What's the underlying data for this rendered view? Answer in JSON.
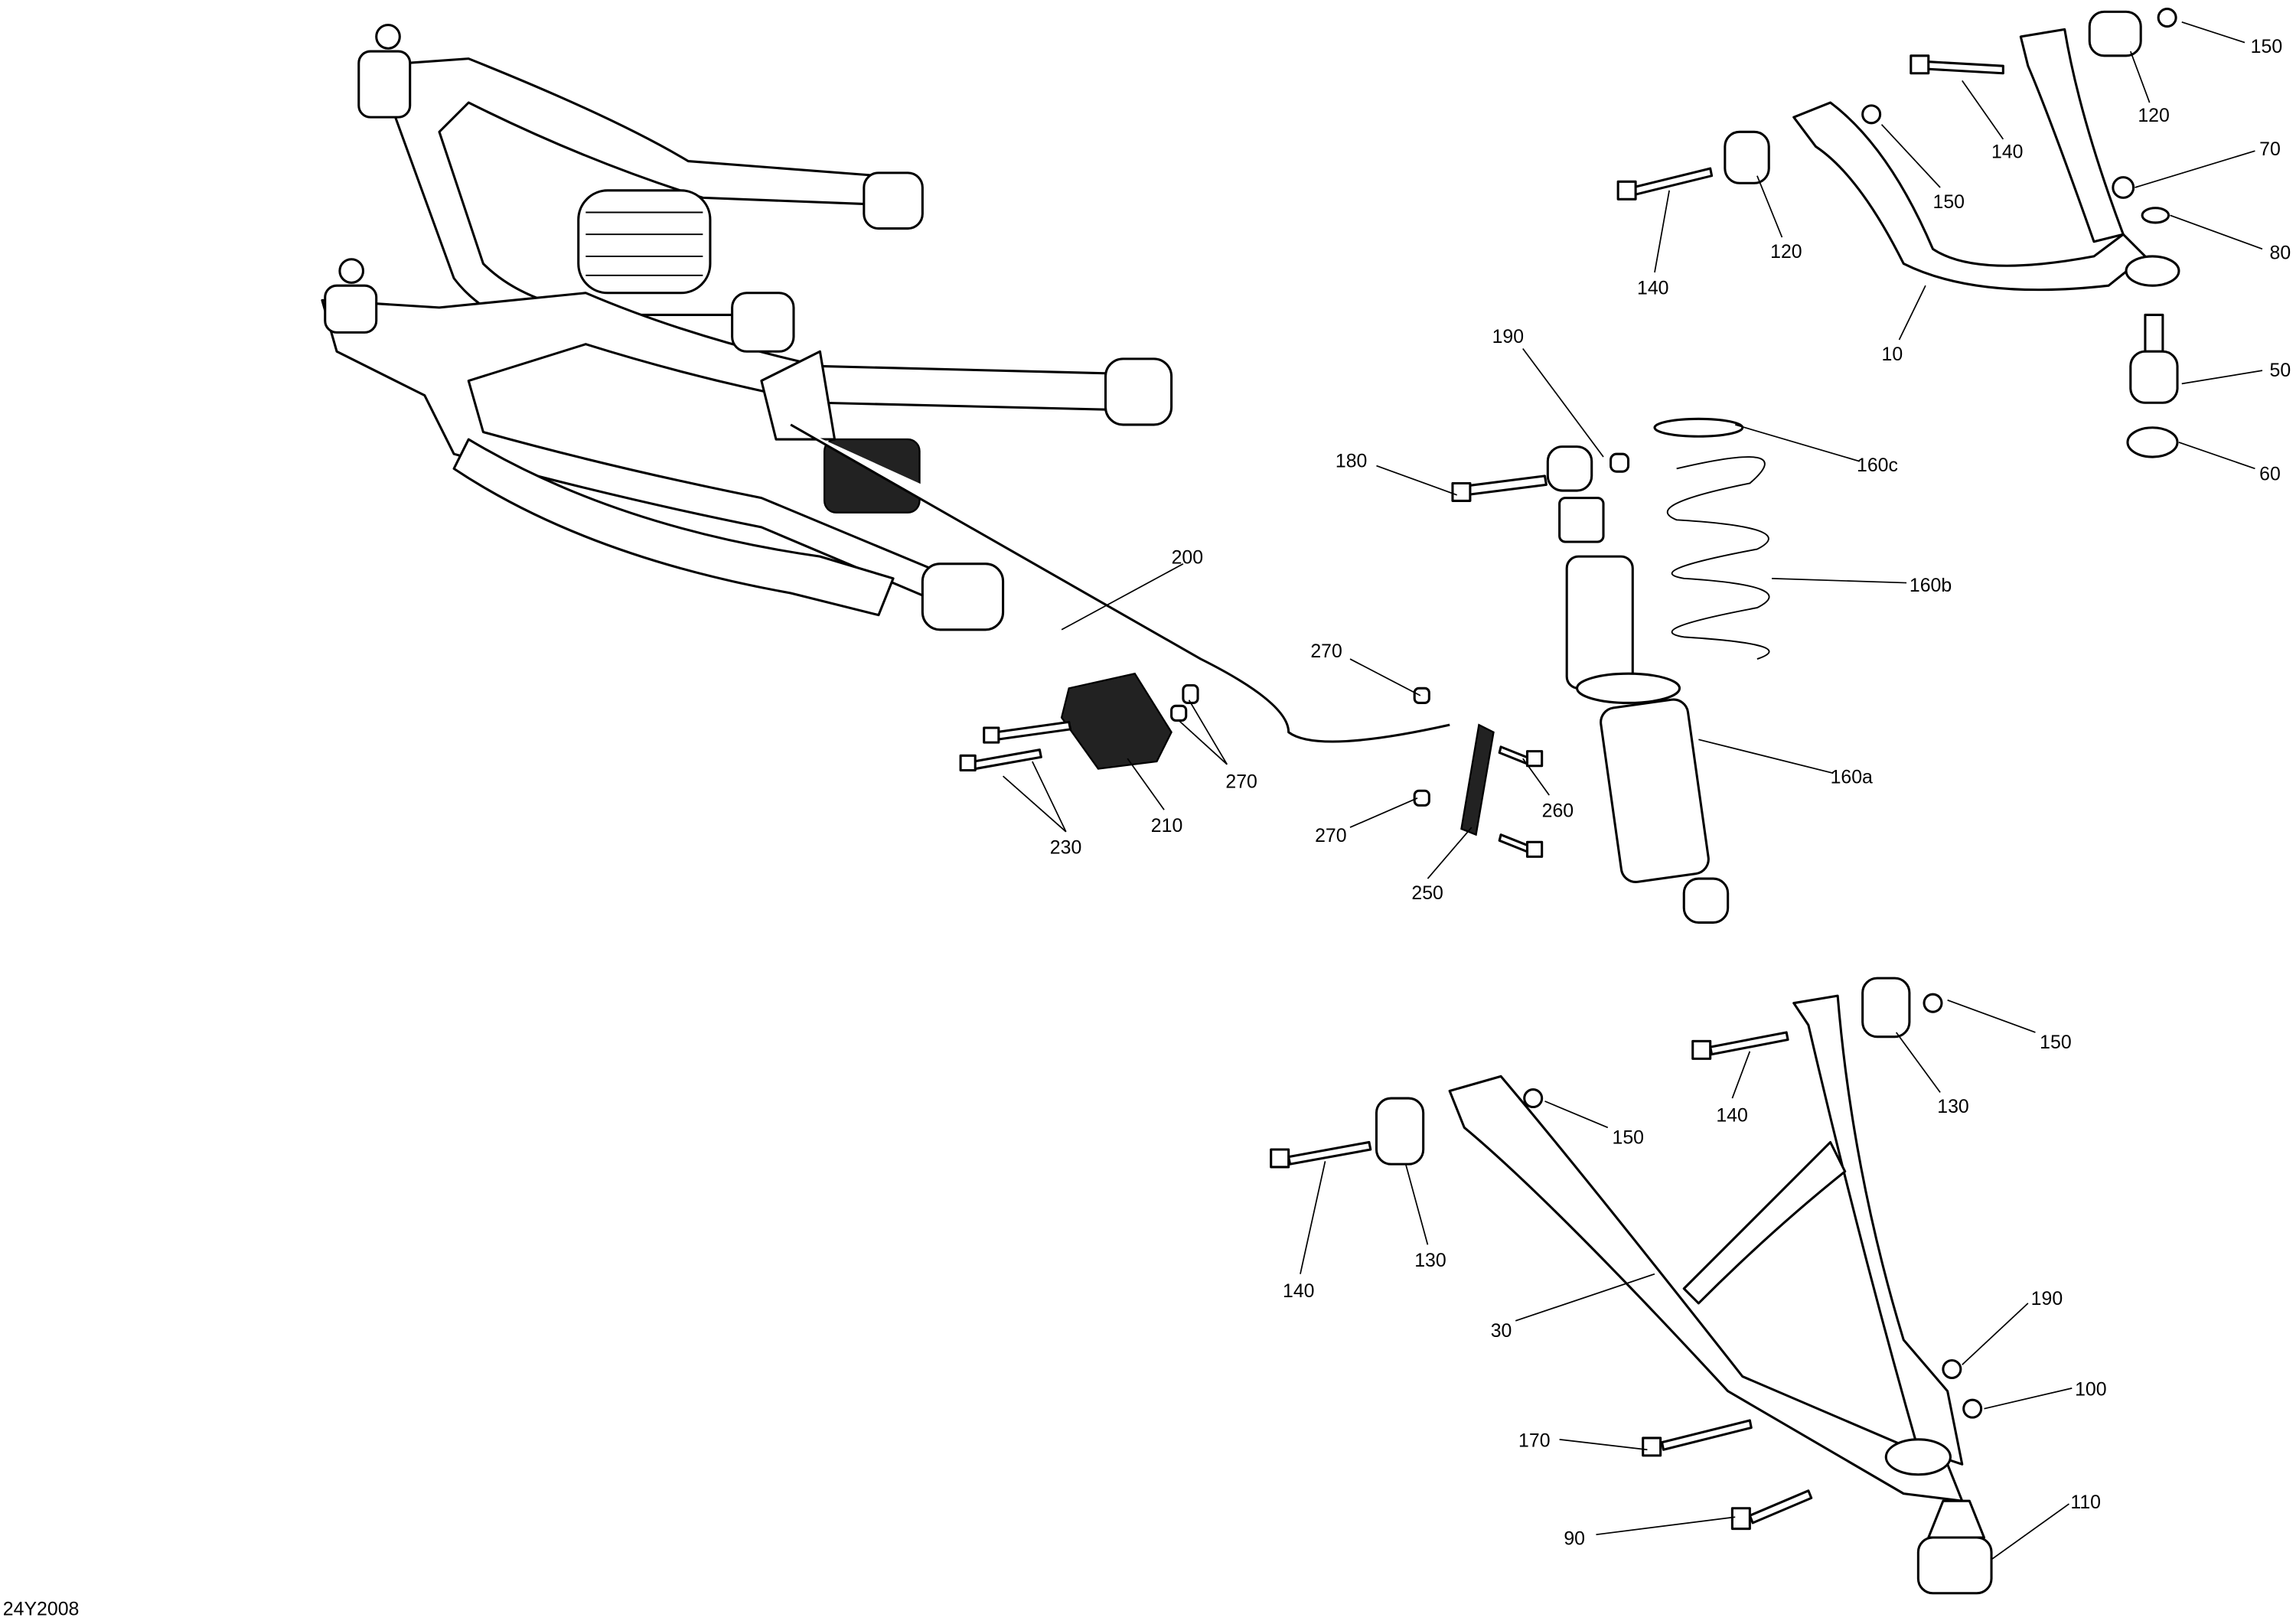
{
  "diagram_id": "24Y2008",
  "callouts": [
    "150",
    "120",
    "140",
    "150",
    "140",
    "120",
    "70",
    "80",
    "10",
    "50",
    "60",
    "190",
    "180",
    "160c",
    "160b",
    "200",
    "270",
    "160a",
    "270",
    "210",
    "230",
    "270",
    "260",
    "250",
    "150",
    "130",
    "140",
    "150",
    "130",
    "140",
    "30",
    "190",
    "100",
    "170",
    "110",
    "90"
  ]
}
